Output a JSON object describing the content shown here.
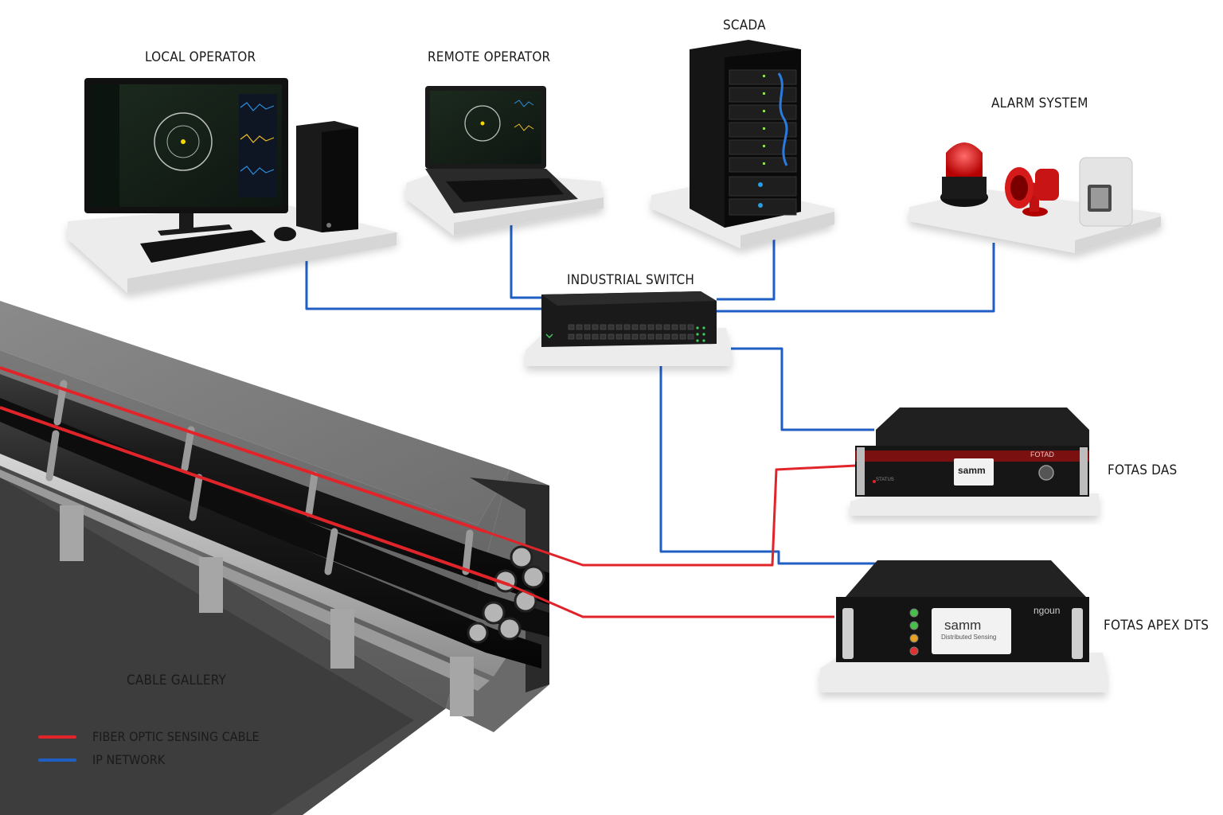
{
  "labels": {
    "local_operator": "LOCAL OPERATOR",
    "remote_operator": "REMOTE OPERATOR",
    "scada": "SCADA",
    "alarm_system": "ALARM SYSTEM",
    "industrial_switch": "INDUSTRIAL SWITCH",
    "fotas_das": "FOTAS DAS",
    "fotas_apex_dts": "FOTAS APEX DTS",
    "cable_gallery": "CABLE GALLERY"
  },
  "legend": [
    {
      "label": "FIBER OPTIC SENSING CABLE",
      "color": "#e0242a"
    },
    {
      "label": "IP NETWORK",
      "color": "#1f5fc4"
    }
  ],
  "device_text": {
    "das_brand": "samm",
    "das_model": "FOTAD",
    "das_status": "STATUS",
    "dts_brand": "samm",
    "dts_subtitle": "Distributed Sensing",
    "dts_maker": "ngoun"
  },
  "colors": {
    "fiber": "#e0242a",
    "network": "#1f5fc4",
    "platform": "#eeeeee",
    "device": "#1b1b1b"
  }
}
